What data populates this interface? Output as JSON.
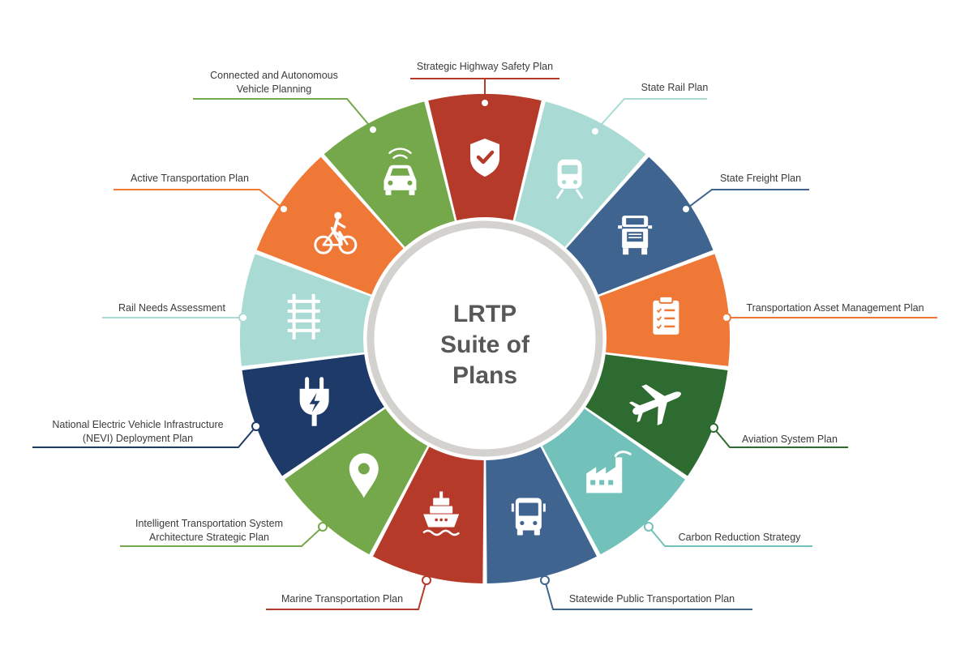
{
  "center": {
    "lines": [
      "LRTP",
      "Suite of",
      "Plans"
    ]
  },
  "plans": [
    {
      "label_lines": [
        "Strategic Highway Safety Plan"
      ],
      "color": "#b63a2a",
      "icon": "shield-check-icon"
    },
    {
      "label_lines": [
        "State Rail Plan"
      ],
      "color": "#a9dbd4",
      "icon": "train-icon"
    },
    {
      "label_lines": [
        "State Freight Plan"
      ],
      "color": "#3f6490",
      "icon": "truck-icon"
    },
    {
      "label_lines": [
        "Transportation Asset Management Plan"
      ],
      "color": "#ef7836",
      "icon": "clipboard-checklist-icon"
    },
    {
      "label_lines": [
        "Aviation System Plan"
      ],
      "color": "#2e6b30",
      "icon": "airplane-icon"
    },
    {
      "label_lines": [
        "Carbon Reduction Strategy"
      ],
      "color": "#72c2bb",
      "icon": "factory-icon"
    },
    {
      "label_lines": [
        "Statewide Public Transportation Plan"
      ],
      "color": "#3f6490",
      "icon": "bus-icon"
    },
    {
      "label_lines": [
        "Marine Transportation Plan"
      ],
      "color": "#b63a2a",
      "icon": "ship-icon"
    },
    {
      "label_lines": [
        "Intelligent Transportation System",
        "Architecture Strategic Plan"
      ],
      "color": "#74a84a",
      "icon": "location-pin-icon"
    },
    {
      "label_lines": [
        "National Electric Vehicle Infrastructure",
        "(NEVI) Deployment Plan"
      ],
      "color": "#1e3a68",
      "icon": "ev-plug-icon"
    },
    {
      "label_lines": [
        "Rail Needs Assessment"
      ],
      "color": "#a9dbd4",
      "icon": "railroad-track-icon"
    },
    {
      "label_lines": [
        "Active Transportation Plan"
      ],
      "color": "#ef7836",
      "icon": "bicycle-icon"
    },
    {
      "label_lines": [
        "Connected and Autonomous",
        "Vehicle Planning"
      ],
      "color": "#74a84a",
      "icon": "connected-car-icon"
    }
  ]
}
